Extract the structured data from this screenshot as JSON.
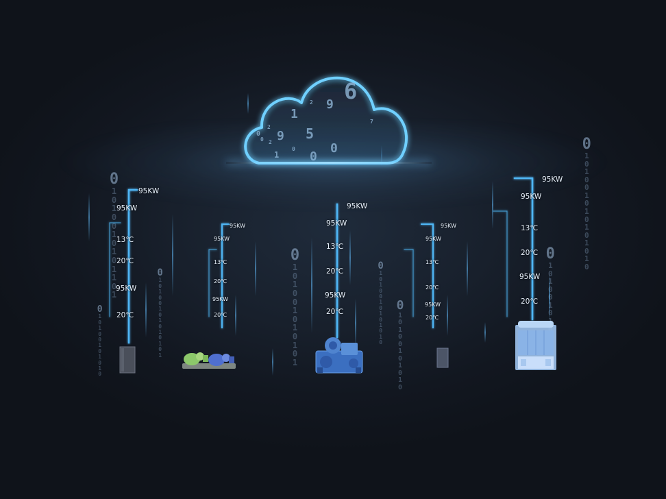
{
  "cloud": {
    "digits": [
      "6",
      "9",
      "1",
      "5",
      "9",
      "0",
      "1",
      "0",
      "0",
      "0",
      "2",
      "7",
      "2",
      "2",
      "0"
    ]
  },
  "background_columns": [
    {
      "head": "0",
      "body": "1\n0\n1\n0\n0\n1\n0\n1\n0\n1\n1\n0\n1"
    },
    {
      "head": "0",
      "body": "1\n0\n1\n0\n0\n1\n0\n1\n0\n1\n0"
    },
    {
      "head": "0",
      "body": "1\n0\n1\n0\n0\n1\n0\n1\n0\n1\n0\n1\n0\n1"
    },
    {
      "head": "0",
      "body": "1\n0\n1\n0\n0\n1\n0\n1\n0\n1\n0\n1"
    },
    {
      "head": "0",
      "body": "1\n0\n1\n0\n0\n1\n0\n1\n0\n1\n0\n1\n0"
    },
    {
      "head": "0",
      "body": "1\n0\n1\n0\n0\n1\n0\n1\n0\n1\n0"
    },
    {
      "head": "0",
      "body": "1\n0\n1\n0\n0\n1\n0\n1\n0\n1\n0\n1\n0"
    },
    {
      "head": "0",
      "body": "1\n0\n1\n0\n0\n1\n0\n1\n0\n1\n0\n1\n0\n1\n0"
    }
  ],
  "devices": [
    {
      "name": "cabinet",
      "labels": [
        "95KW",
        "95KW",
        "13℃",
        "20℃",
        "95KW",
        "20℃"
      ]
    },
    {
      "name": "pump-pair",
      "labels": [
        "95KW",
        "95KW",
        "13℃",
        "20℃",
        "95KW",
        "20℃"
      ]
    },
    {
      "name": "chiller",
      "labels": [
        "95KW",
        "95KW",
        "13℃",
        "20℃",
        "95KW",
        "20℃"
      ]
    },
    {
      "name": "small-cabinet",
      "labels": [
        "95KW",
        "95KW",
        "13℃",
        "20℃",
        "95KW",
        "20℃"
      ]
    },
    {
      "name": "cooling-tower",
      "labels": [
        "95KW",
        "95KW",
        "13℃",
        "20℃",
        "95KW",
        "20℃"
      ]
    }
  ],
  "colors": {
    "accent": "#5ec4ff",
    "line": "#4fb6f5",
    "device_blue": "#4f84cf",
    "pump_green": "#8cc86a",
    "cabinet_gray": "#4a4f5a"
  }
}
